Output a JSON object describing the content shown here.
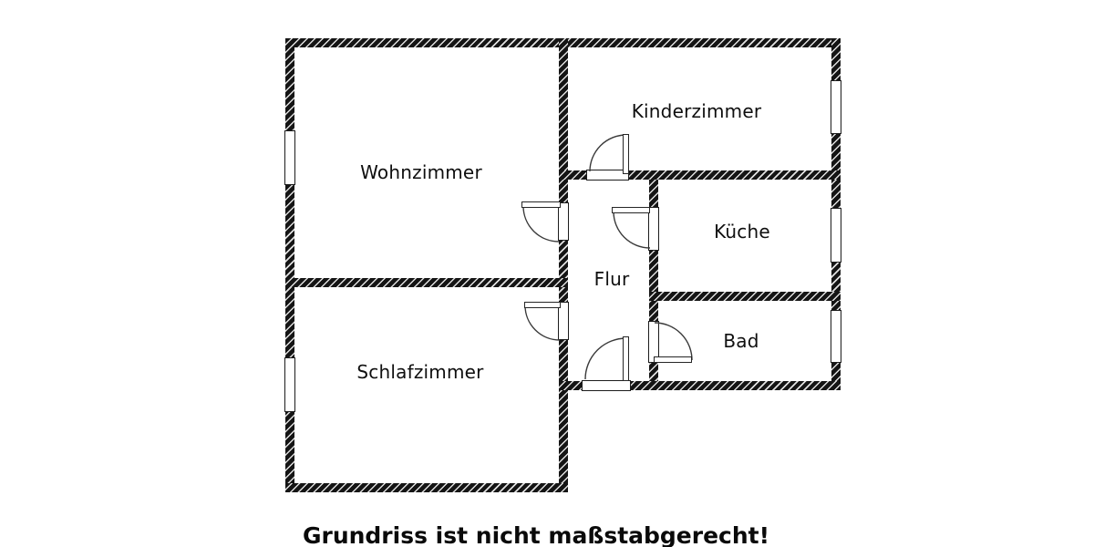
{
  "floorplan": {
    "rooms": [
      {
        "id": "wohnzimmer",
        "label": "Wohnzimmer"
      },
      {
        "id": "kinderzimmer",
        "label": "Kinderzimmer"
      },
      {
        "id": "kueche",
        "label": "Küche"
      },
      {
        "id": "flur",
        "label": "Flur"
      },
      {
        "id": "bad",
        "label": "Bad"
      },
      {
        "id": "schlafzimmer",
        "label": "Schlafzimmer"
      }
    ],
    "windows": [
      "wohnzimmer",
      "schlafzimmer",
      "kinderzimmer",
      "kueche",
      "bad"
    ],
    "doors": [
      "wohnzimmer",
      "schlafzimmer",
      "kinderzimmer",
      "kueche",
      "bad",
      "entrance"
    ],
    "caption": "Grundriss ist nicht maßstabgerecht!",
    "colors": {
      "wall": "#151515",
      "hatch": "#ebebeb",
      "line": "#3a3a3a",
      "background": "#ffffff",
      "text": "#0f0f0f"
    }
  }
}
